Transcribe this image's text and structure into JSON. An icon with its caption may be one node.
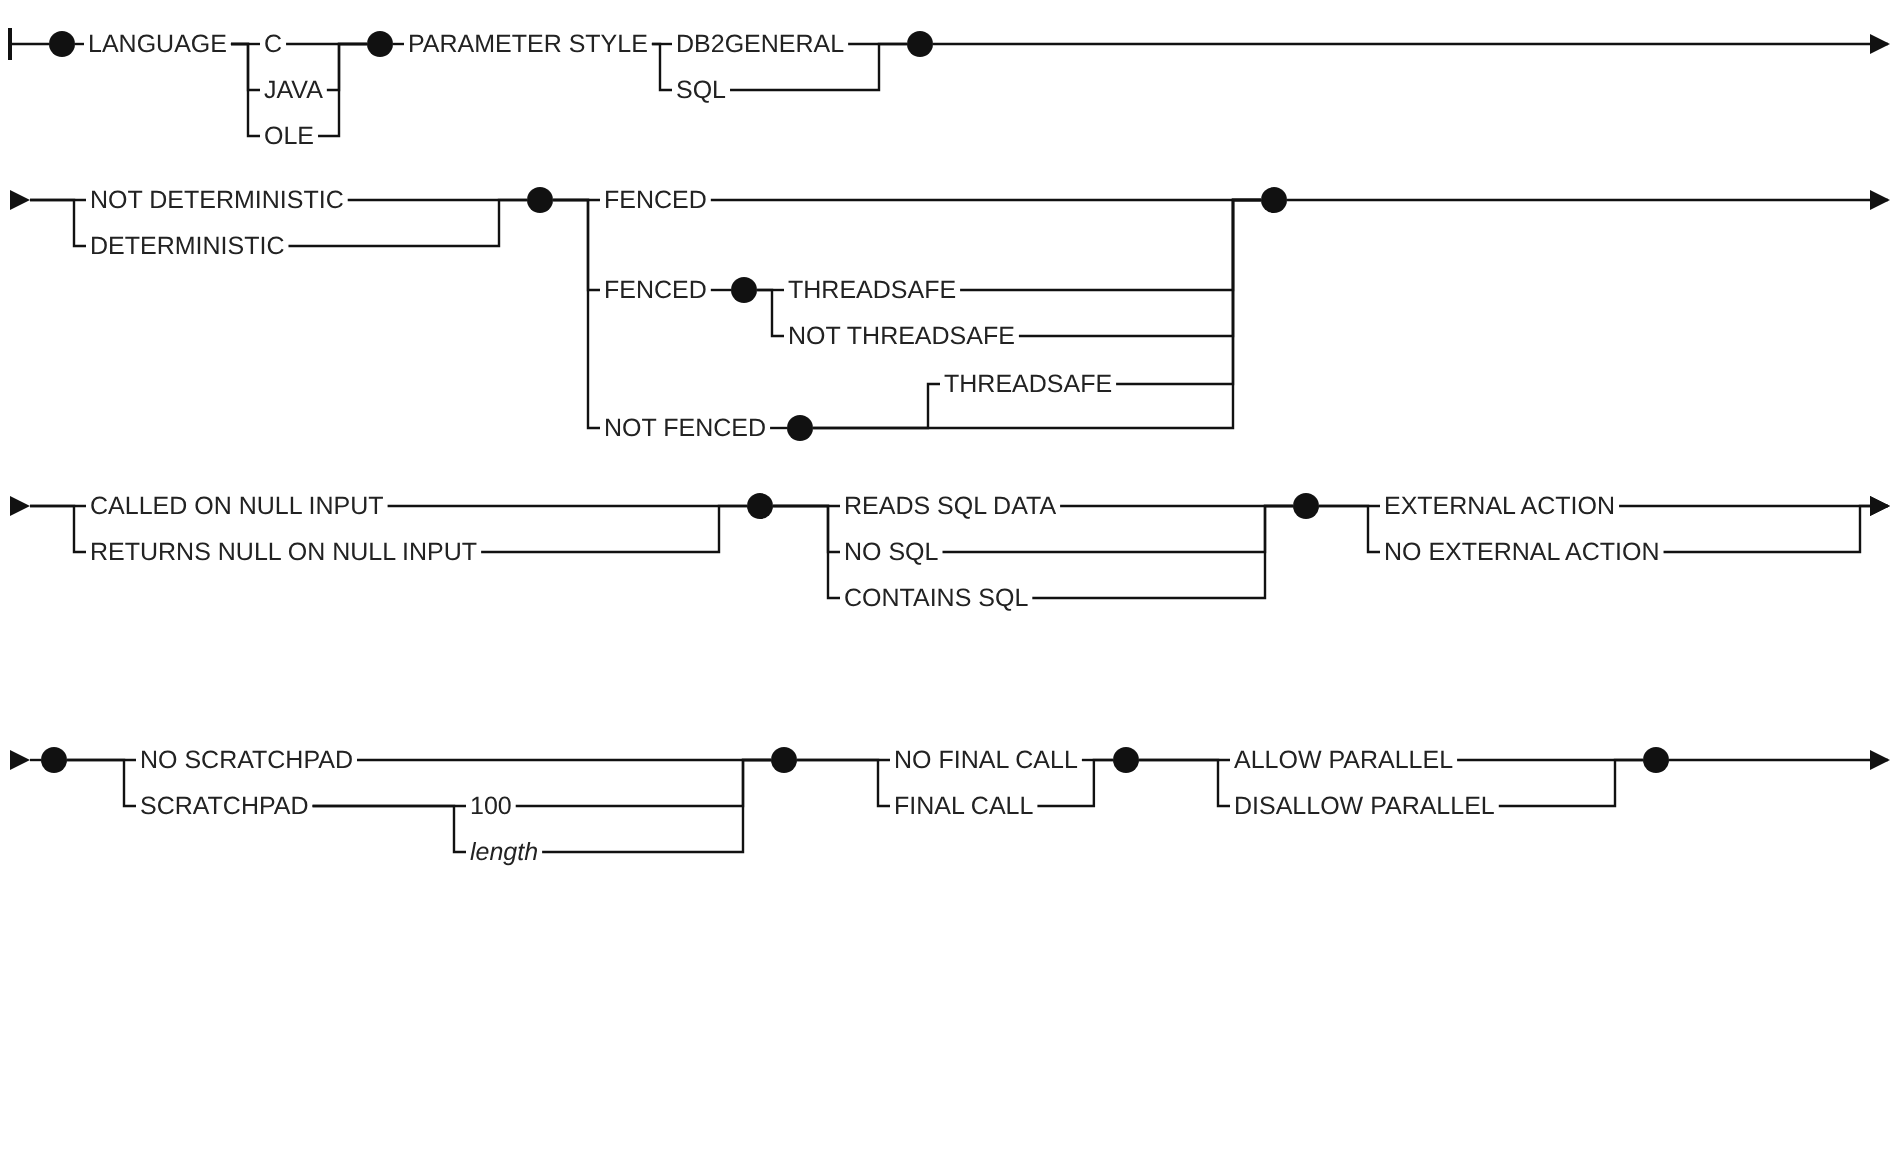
{
  "diagram": {
    "nodes": [
      {
        "text": [],
        "shape": "bar"
      },
      {
        "text": [],
        "shape": "circle"
      },
      {
        "text": [
          "LANGUAGE"
        ]
      },
      {
        "text": [
          "C"
        ]
      },
      {
        "text": [
          "JAVA"
        ]
      },
      {
        "text": [
          "OLE"
        ]
      },
      {
        "text": [],
        "shape": "circle"
      },
      {
        "text": [
          "PARAMETER STYLE"
        ]
      },
      {
        "text": [
          "DB2GENERAL"
        ]
      },
      {
        "text": [
          "SQL"
        ]
      },
      {
        "text": [],
        "shape": "circle"
      },
      {
        "text": [
          "NOT DETERMINISTIC"
        ]
      },
      {
        "text": [
          "DETERMINISTIC"
        ]
      },
      {
        "text": [],
        "shape": "circle"
      },
      {
        "text": [
          "FENCED"
        ]
      },
      {
        "text": [
          "FENCED"
        ]
      },
      {
        "text": [],
        "shape": "circle"
      },
      {
        "text": [
          "THREADSAFE"
        ]
      },
      {
        "text": [
          "NOT THREADSAFE"
        ]
      },
      {
        "text": [
          "NOT FENCED"
        ]
      },
      {
        "text": [],
        "shape": "circle"
      },
      {
        "text": [
          "THREADSAFE"
        ]
      },
      {
        "text": [],
        "shape": "circle"
      },
      {
        "text": [
          "CALLED ON NULL INPUT"
        ]
      },
      {
        "text": [
          "RETURNS NULL ON NULL INPUT"
        ]
      },
      {
        "text": [],
        "shape": "circle"
      },
      {
        "text": [
          "READS SQL DATA"
        ]
      },
      {
        "text": [
          "NO SQL"
        ]
      },
      {
        "text": [
          "CONTAINS SQL"
        ]
      },
      {
        "text": [],
        "shape": "circle"
      },
      {
        "text": [
          "EXTERNAL ACTION"
        ]
      },
      {
        "text": [
          "NO EXTERNAL ACTION"
        ]
      },
      {
        "text": [],
        "shape": "circle"
      },
      {
        "text": [
          "NO SCRATCHPAD"
        ]
      },
      {
        "text": [
          "SCRATCHPAD"
        ]
      },
      {
        "text": [
          "100"
        ]
      },
      {
        "text": [
          "length"
        ]
      },
      {
        "text": [],
        "shape": "circle"
      },
      {
        "text": [
          "NO FINAL CALL"
        ]
      },
      {
        "text": [
          "FINAL CALL"
        ]
      },
      {
        "text": [],
        "shape": "circle"
      },
      {
        "text": [
          "ALLOW PARALLEL"
        ]
      },
      {
        "text": [
          "DISALLOW PARALLEL"
        ]
      },
      {
        "text": [],
        "shape": "circle"
      },
      {
        "text": [],
        "shape": "triangle"
      },
      {
        "text": [],
        "shape": "triangle"
      },
      {
        "text": [],
        "shape": "triangle"
      }
    ],
    "edges": [
      {
        "from": 0,
        "to": 1,
        "arrow": "none"
      },
      {
        "from": 1,
        "to": 2,
        "arrow": "none"
      },
      {
        "from": 2,
        "to": 3,
        "arrow": "none"
      },
      {
        "from": 2,
        "to": 4,
        "arrow": "none"
      },
      {
        "from": 2,
        "to": 5,
        "arrow": "none"
      },
      {
        "from": 3,
        "to": 6,
        "arrow": "none"
      },
      {
        "from": 4,
        "to": 6,
        "arrow": "none"
      },
      {
        "from": 5,
        "to": 6,
        "arrow": "none"
      },
      {
        "from": 6,
        "to": 7,
        "arrow": "none"
      },
      {
        "from": 7,
        "to": 8,
        "arrow": "none"
      },
      {
        "from": 7,
        "to": 9,
        "arrow": "none"
      },
      {
        "from": 8,
        "to": 10,
        "arrow": "none"
      },
      {
        "from": 9,
        "to": 10,
        "arrow": "none"
      },
      {
        "from": 10,
        "to": null,
        "arrow": "to"
      },
      {
        "from": 44,
        "to": 11,
        "arrow": "none"
      },
      {
        "from": 44,
        "to": 12,
        "arrow": "none"
      },
      {
        "from": 11,
        "to": 13,
        "arrow": "none"
      },
      {
        "from": 12,
        "to": 13,
        "arrow": "none"
      },
      {
        "from": 13,
        "to": 14,
        "arrow": "none"
      },
      {
        "from": 13,
        "to": 15,
        "arrow": "none"
      },
      {
        "from": 13,
        "to": 19,
        "arrow": "none"
      },
      {
        "from": 15,
        "to": 16,
        "arrow": "none"
      },
      {
        "from": 16,
        "to": 17,
        "arrow": "none"
      },
      {
        "from": 16,
        "to": 18,
        "arrow": "none"
      },
      {
        "from": 19,
        "to": 20,
        "arrow": "none"
      },
      {
        "from": 20,
        "to": 21,
        "arrow": "none"
      },
      {
        "from": 14,
        "to": 22,
        "arrow": "none"
      },
      {
        "from": 17,
        "to": 22,
        "arrow": "none"
      },
      {
        "from": 18,
        "to": 22,
        "arrow": "none"
      },
      {
        "from": 21,
        "to": 22,
        "arrow": "none"
      },
      {
        "from": 20,
        "to": 22,
        "arrow": "none"
      },
      {
        "from": 22,
        "to": null,
        "arrow": "to"
      },
      {
        "from": 45,
        "to": 23,
        "arrow": "none"
      },
      {
        "from": 45,
        "to": 24,
        "arrow": "none"
      },
      {
        "from": 23,
        "to": 25,
        "arrow": "none"
      },
      {
        "from": 24,
        "to": 25,
        "arrow": "none"
      },
      {
        "from": 25,
        "to": 26,
        "arrow": "none"
      },
      {
        "from": 25,
        "to": 27,
        "arrow": "none"
      },
      {
        "from": 25,
        "to": 28,
        "arrow": "none"
      },
      {
        "from": 26,
        "to": 29,
        "arrow": "none"
      },
      {
        "from": 27,
        "to": 29,
        "arrow": "none"
      },
      {
        "from": 28,
        "to": 29,
        "arrow": "none"
      },
      {
        "from": 29,
        "to": 30,
        "arrow": "none"
      },
      {
        "from": 29,
        "to": 31,
        "arrow": "none"
      },
      {
        "from": 30,
        "to": null,
        "arrow": "to"
      },
      {
        "from": 31,
        "to": null,
        "arrow": "to"
      },
      {
        "from": 46,
        "to": 32,
        "arrow": "none"
      },
      {
        "from": 32,
        "to": 33,
        "arrow": "none"
      },
      {
        "from": 32,
        "to": 34,
        "arrow": "none"
      },
      {
        "from": 34,
        "to": 35,
        "arrow": "none"
      },
      {
        "from": 34,
        "to": 36,
        "arrow": "none"
      },
      {
        "from": 33,
        "to": 37,
        "arrow": "none"
      },
      {
        "from": 35,
        "to": 37,
        "arrow": "none"
      },
      {
        "from": 36,
        "to": 37,
        "arrow": "none"
      },
      {
        "from": 37,
        "to": 38,
        "arrow": "none"
      },
      {
        "from": 37,
        "to": 39,
        "arrow": "none"
      },
      {
        "from": 38,
        "to": 40,
        "arrow": "none"
      },
      {
        "from": 39,
        "to": 40,
        "arrow": "none"
      },
      {
        "from": 40,
        "to": 41,
        "arrow": "none"
      },
      {
        "from": 40,
        "to": 42,
        "arrow": "none"
      },
      {
        "from": 41,
        "to": 43,
        "arrow": "none"
      },
      {
        "from": 42,
        "to": 43,
        "arrow": "none"
      },
      {
        "from": 43,
        "to": null,
        "arrow": "to"
      }
    ]
  }
}
